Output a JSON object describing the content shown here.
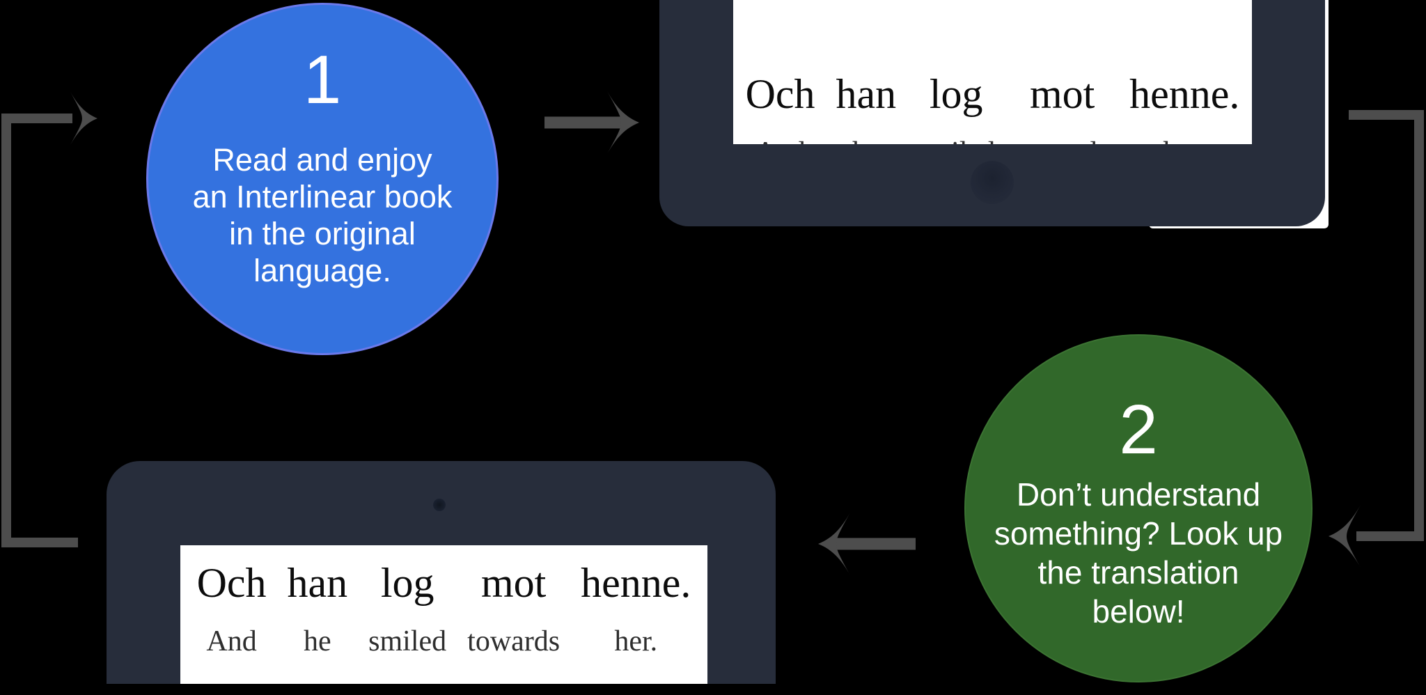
{
  "colors": {
    "background": "#000000",
    "step1_circle": "#3472df",
    "step1_rim": "#6b79ea",
    "step2_circle": "#31682a",
    "tablet_body": "#272d3b",
    "screen": "#ffffff",
    "arrow": "#4d4d4d",
    "sentence_text": "#0c0c0c",
    "translation_text": "#2e2e2e"
  },
  "steps": [
    {
      "number": "1",
      "lines": [
        "Read and enjoy",
        "an Interlinear book",
        "in the original",
        "language."
      ]
    },
    {
      "number": "2",
      "lines": [
        "Don’t understand",
        "something? Look up",
        "the translation",
        "below!"
      ]
    }
  ],
  "interlinear": {
    "pairs": [
      {
        "original": "Och",
        "translation": "And"
      },
      {
        "original": "han",
        "translation": "he"
      },
      {
        "original": "log",
        "translation": "smiled"
      },
      {
        "original": "mot",
        "translation": "towards"
      },
      {
        "original": "henne.",
        "translation": "her."
      }
    ]
  }
}
